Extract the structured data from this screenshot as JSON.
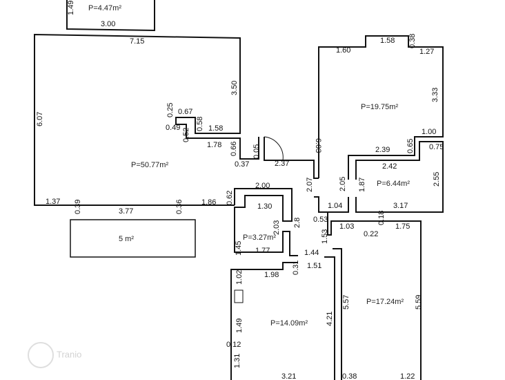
{
  "rooms": {
    "r1": "P=4.47m²",
    "r2": "P=50.77m²",
    "r3": "P=19.75m²",
    "r4": "P=6.44m²",
    "r5": "P=3.27m²",
    "r6": "P=14.09m²",
    "r7": "P=17.24m²",
    "terrace": "5 m²"
  },
  "dims": {
    "d1": "1.49",
    "d2": "3.00",
    "d3": "7.15",
    "d4": "3.50",
    "d5": "6.07",
    "d6": "0.25",
    "d7": "0.67",
    "d8": "0.49",
    "d9": "0.52",
    "d10": "0.58",
    "d11": "1.58",
    "d12": "1.78",
    "d13": "0.66",
    "d14": "0.37",
    "d15": "0.05",
    "d16": "2.37",
    "d17": "1.37",
    "d18": "0.39",
    "d19": "3.77",
    "d20": "0.36",
    "d21": "1.86",
    "d22": "0.62",
    "d23": "2.00",
    "d24": "1.30",
    "d25": "2.03",
    "d26": "2.8",
    "d27": "1.45",
    "d28": "1.77",
    "d29": "1.60",
    "d30": "1.58",
    "d31": "0.38",
    "d32": "1.27",
    "d33": "3.33",
    "d34": "6.03",
    "d35": "1.00",
    "d36": "0.65",
    "d37": "0.75",
    "d38": "2.39",
    "d39": "2.42",
    "d40": "2.55",
    "d41": "2.07",
    "d42": "2.05",
    "d43": "1.87",
    "d44": "1.04",
    "d45": "3.17",
    "d46": "0.53",
    "d47": "1.03",
    "d48": "0.18",
    "d49": "0.22",
    "d50": "1.75",
    "d51": "1.53",
    "d52": "1.44",
    "d53": "1.51",
    "d54": "0.31",
    "d55": "1.98",
    "d56": "1.02",
    "d57": "5.57",
    "d58": "5.59",
    "d59": "4.21",
    "d60": "1.49",
    "d61": "0.12",
    "d62": "1.31",
    "d63": "3.21",
    "d64": "0.38",
    "d65": "1.22"
  },
  "watermark": "Tranio"
}
